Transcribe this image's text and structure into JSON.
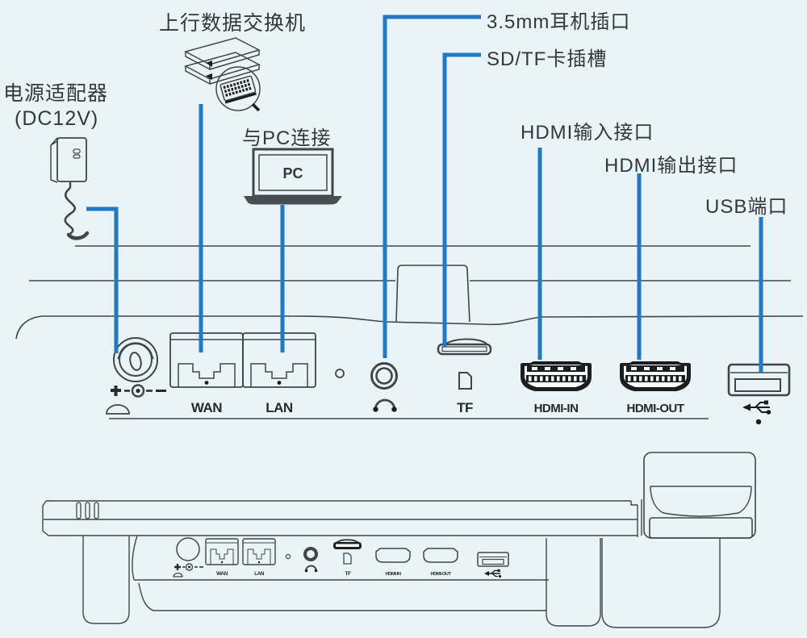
{
  "colors": {
    "background": "#eaf3f8",
    "callout_line": "#1f7ac2",
    "outline": "#41454a",
    "text": "#34383d"
  },
  "callouts": {
    "power_adapter": {
      "label": "电源适配器",
      "sublabel": "(DC12V)"
    },
    "uplink_switch": {
      "label": "上行数据交换机"
    },
    "pc_connection": {
      "label": "与PC连接",
      "device_text": "PC"
    },
    "headphone_jack": {
      "label": "3.5mm耳机插口"
    },
    "sd_tf_slot": {
      "label": "SD/TF卡插槽"
    },
    "hdmi_in": {
      "label": "HDMI输入接口"
    },
    "hdmi_out": {
      "label": "HDMI输出接口"
    },
    "usb_port": {
      "label": "USB端口"
    }
  },
  "port_labels": {
    "wan": "WAN",
    "lan": "LAN",
    "tf": "TF",
    "hdmi_in": "HDMI-IN",
    "hdmi_out": "HDMI-OUT"
  }
}
